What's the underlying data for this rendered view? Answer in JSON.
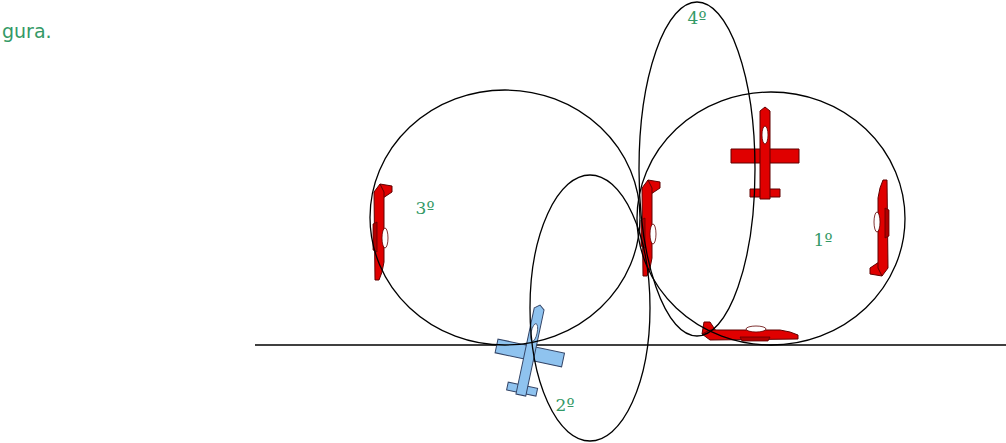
{
  "diagram": {
    "nodes": [
      {
        "text": [
          "4º"
        ]
      },
      {
        "text": [
          "3º"
        ]
      },
      {
        "text": [
          "1º"
        ]
      },
      {
        "text": [
          "2º"
        ]
      }
    ],
    "labels": [
      "gura."
    ]
  }
}
